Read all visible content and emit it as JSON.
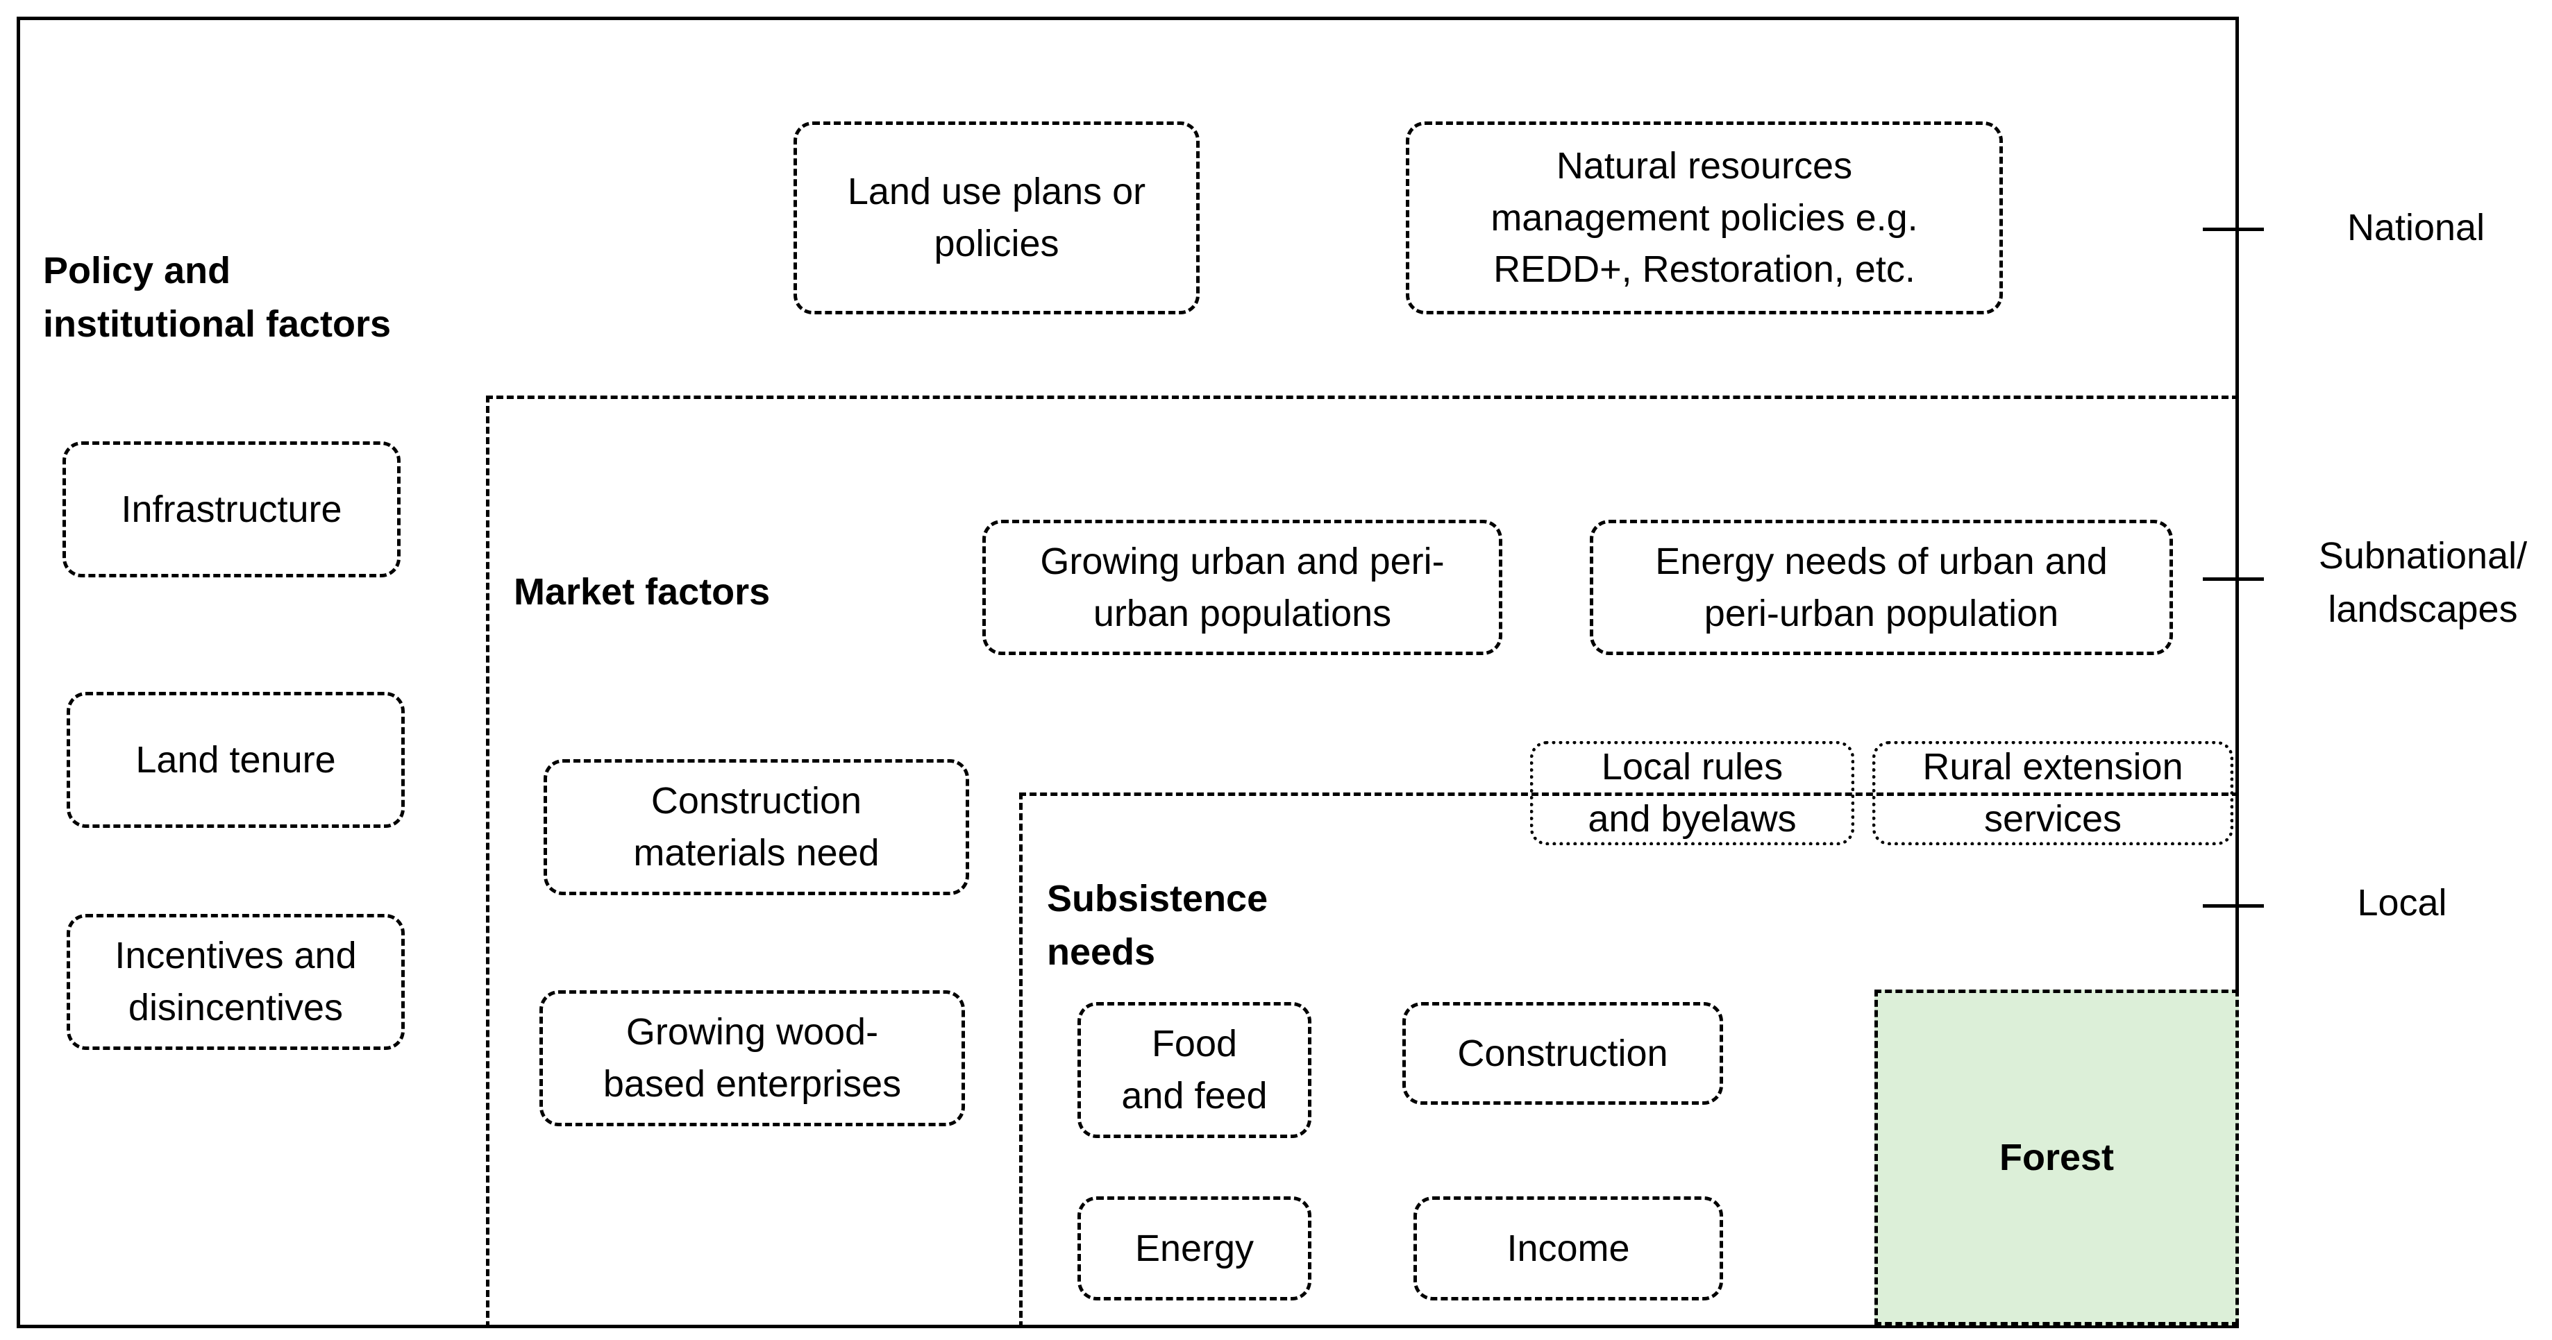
{
  "sections": {
    "policy": "Policy and\ninstitutional factors",
    "market": "Market factors",
    "subsistence": "Subsistence\nneeds"
  },
  "boxes": {
    "land_use": "Land use plans or\npolicies",
    "natural_resources": "Natural resources\nmanagement policies e.g.\nREDD+, Restoration, etc.",
    "infrastructure": "Infrastructure",
    "land_tenure": "Land tenure",
    "incentives": "Incentives and\ndisincentives",
    "urban_pop": "Growing urban and peri-\nurban  populations",
    "energy_needs": "Energy needs of urban and\nperi-urban population",
    "construction_materials": "Construction\nmaterials need",
    "wood_enterprises": "Growing wood-\nbased  enterprises",
    "local_rules": "Local rules\nand byelaws",
    "rural_extension": "Rural extension\nservices",
    "food_feed": "Food\nand feed",
    "construction": "Construction",
    "energy": "Energy",
    "income": "Income",
    "forest": "Forest"
  },
  "scale": {
    "national": "National",
    "subnational": "Subnational/\nlandscapes",
    "local": "Local"
  },
  "colors": {
    "forest_fill": "#dcefd8",
    "line": "#000000"
  }
}
